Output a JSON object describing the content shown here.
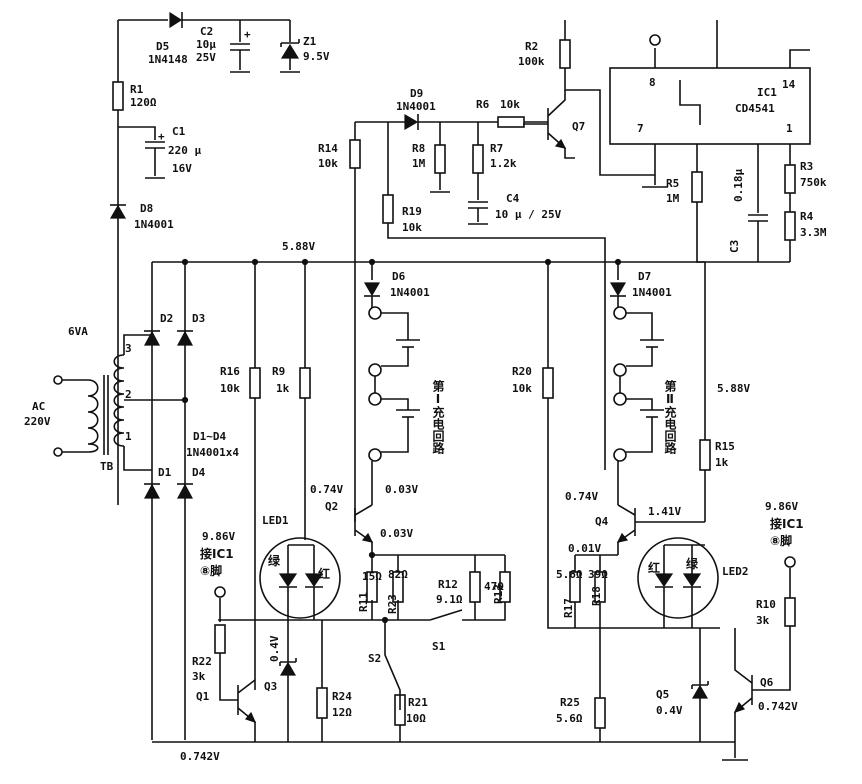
{
  "labels": {
    "d5": "D5",
    "d5v": "1N4148",
    "c2": "C2",
    "c2v1": "10µ",
    "c2v2": "25V",
    "z1": "Z1",
    "z1v": "9.5V",
    "r1": "R1",
    "r1v": "120Ω",
    "c1": "C1",
    "c1v1": "220 µ",
    "c1v2": "16V",
    "d8": "D8",
    "d8v": "1N4001",
    "r2": "R2",
    "r2v": "100k",
    "ic1": "IC1",
    "ic1v": "CD4541",
    "pin8": "8",
    "pin14": "14",
    "pin7": "7",
    "pin1": "1",
    "d9": "D9",
    "d9v": "1N4001",
    "r6": "R6",
    "r6v": "10k",
    "q7": "Q7",
    "r14": "R14",
    "r14v": "10k",
    "r8": "R8",
    "r8v": "1M",
    "r7": "R7",
    "r7v": "1.2k",
    "c4": "C4",
    "c4v": "10 µ / 25V",
    "r19": "R19",
    "r19v": "10k",
    "r5": "R5",
    "r5v": "1M",
    "c3": "C3",
    "c3v": "0.18µ",
    "r3": "R3",
    "r3v": "750k",
    "r4": "R4",
    "r4v": "3.3M",
    "v588a": "5.88V",
    "v588b": "5.88V",
    "d6": "D6",
    "d6v": "1N4001",
    "d7": "D7",
    "d7v": "1N4001",
    "tb_va": "6VA",
    "ac": "AC",
    "acv": "220V",
    "tb": "TB",
    "tap3": "3",
    "tap2": "2",
    "tap1": "1",
    "d2": "D2",
    "d3": "D3",
    "d1": "D1",
    "d4": "D4",
    "d14": "D1~D4",
    "d14v": "1N4001x4",
    "r16": "R16",
    "r16v": "10k",
    "r9": "R9",
    "r9v": "1k",
    "r20": "R20",
    "r20v": "10k",
    "ch1": "第Ⅰ充电回路",
    "ch2": "第Ⅱ充电回路",
    "r15": "R15",
    "r15v": "1k",
    "q2v1": "0.74V",
    "q2": "Q2",
    "q2v2": "0.03V",
    "q2v3": "0.03V",
    "q4v1": "0.74V",
    "q4": "Q4",
    "q4v2": "1.41V",
    "q4v3": "0.01V",
    "led1": "LED1",
    "led2": "LED2",
    "green1": "绿",
    "red1": "红",
    "red2": "红",
    "green2": "绿",
    "r11": "R11",
    "r11v": "15Ω",
    "r23": "R23",
    "r23v": "82Ω",
    "r12": "R12",
    "r12v": "9.1Ω",
    "r13": "R13",
    "r13v": "47Ω",
    "r17": "R17",
    "r17v": "5.6Ω",
    "r18": "R18",
    "r18v": "39Ω",
    "v986a": "9.86V",
    "jie1": "接IC1",
    "pin8a": "⑧脚",
    "v986b": "9.86V",
    "jie2": "接IC1",
    "pin8b": "⑧脚",
    "r22": "R22",
    "r22v": "3k",
    "q1": "Q1",
    "q1v": "0.742V",
    "q3": "Q3",
    "q3v": "0.4V",
    "r24": "R24",
    "r24v": "12Ω",
    "s2": "S2",
    "s1": "S1",
    "r21": "R21",
    "r21v": "10Ω",
    "r25": "R25",
    "r25v": "5.6Ω",
    "q5": "Q5",
    "q5v": "0.4V",
    "q6": "Q6",
    "q6v": "0.742V",
    "r10": "R10",
    "r10v": "3k"
  }
}
